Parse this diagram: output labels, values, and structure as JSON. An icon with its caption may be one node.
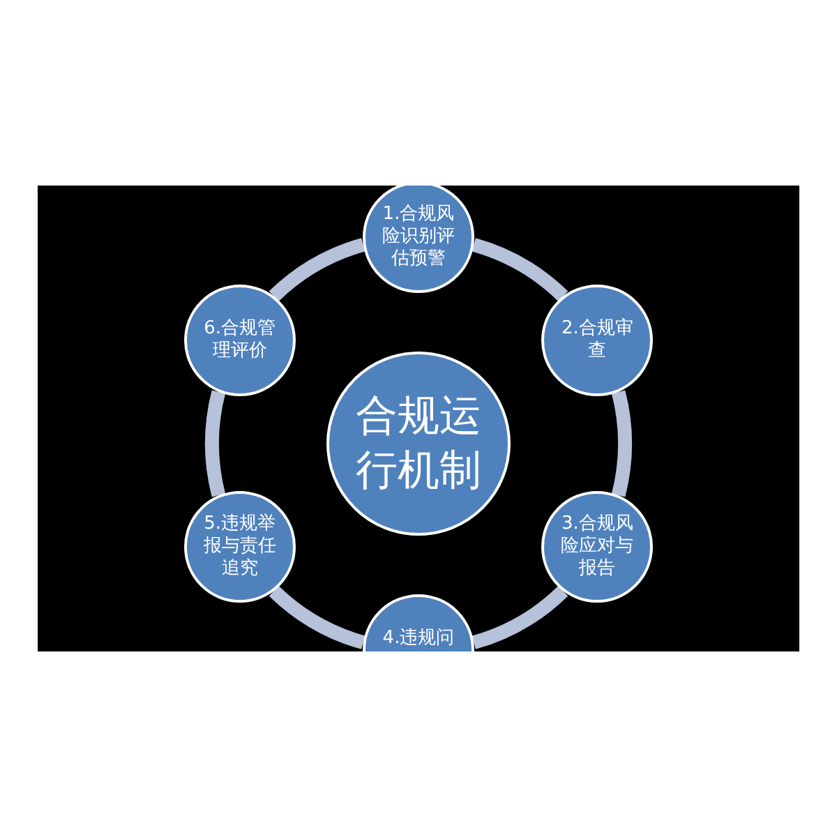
{
  "diagram": {
    "nodes": [
      {
        "text": [
          "合规运行机制"
        ]
      },
      {
        "text": [
          "1.合规风险识别评估预警"
        ]
      },
      {
        "text": [
          "2.合规审查"
        ]
      },
      {
        "text": [
          "3.合规风险应对与报告"
        ]
      },
      {
        "text": [
          "4.违规问"
        ]
      },
      {
        "text": [
          "5.违规举报与责任追究"
        ]
      },
      {
        "text": [
          "6.合规管理评价"
        ]
      }
    ],
    "edges": [
      {
        "from": 1,
        "to": 2,
        "arrow": "none"
      },
      {
        "from": 2,
        "to": 3,
        "arrow": "none"
      },
      {
        "from": 3,
        "to": 4,
        "arrow": "none"
      },
      {
        "from": 4,
        "to": 5,
        "arrow": "none"
      },
      {
        "from": 5,
        "to": 6,
        "arrow": "none"
      },
      {
        "from": 6,
        "to": 1,
        "arrow": "none"
      }
    ]
  }
}
